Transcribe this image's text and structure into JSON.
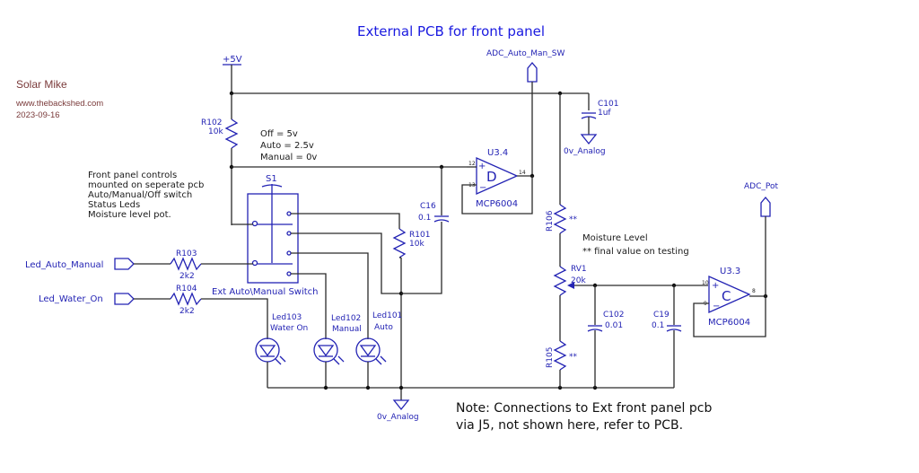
{
  "title": "External PCB for front panel",
  "author": {
    "name": "Solar Mike",
    "site": "www.thebackshed.com",
    "date": "2023-09-16"
  },
  "colors": {
    "component": "#2323b4",
    "wire": "#2a2a2a",
    "title": "#1a1ae0",
    "author": "#7a3a3a"
  },
  "power": {
    "vcc": "+5V",
    "gnd1": "0v_Analog",
    "gnd2": "0v_Analog"
  },
  "ports": {
    "adc_auto_man": "ADC_Auto_Man_SW",
    "adc_pot": "ADC_Pot",
    "led_auto_manual": "Led_Auto_Manual",
    "led_water_on": "Led_Water_On"
  },
  "components": {
    "r102": {
      "ref": "R102",
      "value": "10k"
    },
    "r101": {
      "ref": "R101",
      "value": "10k"
    },
    "r103": {
      "ref": "R103",
      "value": "2k2"
    },
    "r104": {
      "ref": "R104",
      "value": "2k2"
    },
    "r106": {
      "ref": "R106",
      "value": "**"
    },
    "r105": {
      "ref": "R105",
      "value": "**"
    },
    "rv1": {
      "ref": "RV1",
      "value": "20k"
    },
    "c101": {
      "ref": "C101",
      "value": "1uf"
    },
    "c16": {
      "ref": "C16",
      "value": "0.1"
    },
    "c102": {
      "ref": "C102",
      "value": "0.01"
    },
    "c19": {
      "ref": "C19",
      "value": "0.1"
    },
    "s1": {
      "ref": "S1",
      "name": "Ext Auto\\Manual Switch"
    },
    "u34": {
      "ref": "U3.4",
      "part": "MCP6004",
      "unit": "D",
      "pin_plus": "12",
      "pin_minus": "13",
      "pin_out": "14"
    },
    "u33": {
      "ref": "U3.3",
      "part": "MCP6004",
      "unit": "C",
      "pin_plus": "10",
      "pin_minus": "9",
      "pin_out": "8"
    },
    "led103": {
      "ref": "Led103",
      "label": "Water On"
    },
    "led102": {
      "ref": "Led102",
      "label": "Manual"
    },
    "led101": {
      "ref": "Led101",
      "label": "Auto"
    }
  },
  "notes": {
    "switch_levels": [
      "Off = 5v",
      "Auto = 2.5v",
      "Manual = 0v"
    ],
    "front_panel": [
      "Front panel controls",
      "mounted on seperate pcb",
      "Auto/Manual/Off switch",
      "Status Leds",
      "Moisture level pot."
    ],
    "moisture": [
      "Moisture Level",
      "** final value on testing"
    ],
    "connections": [
      "Note: Connections to Ext front panel pcb",
      "via J5, not shown here, refer to PCB."
    ]
  }
}
